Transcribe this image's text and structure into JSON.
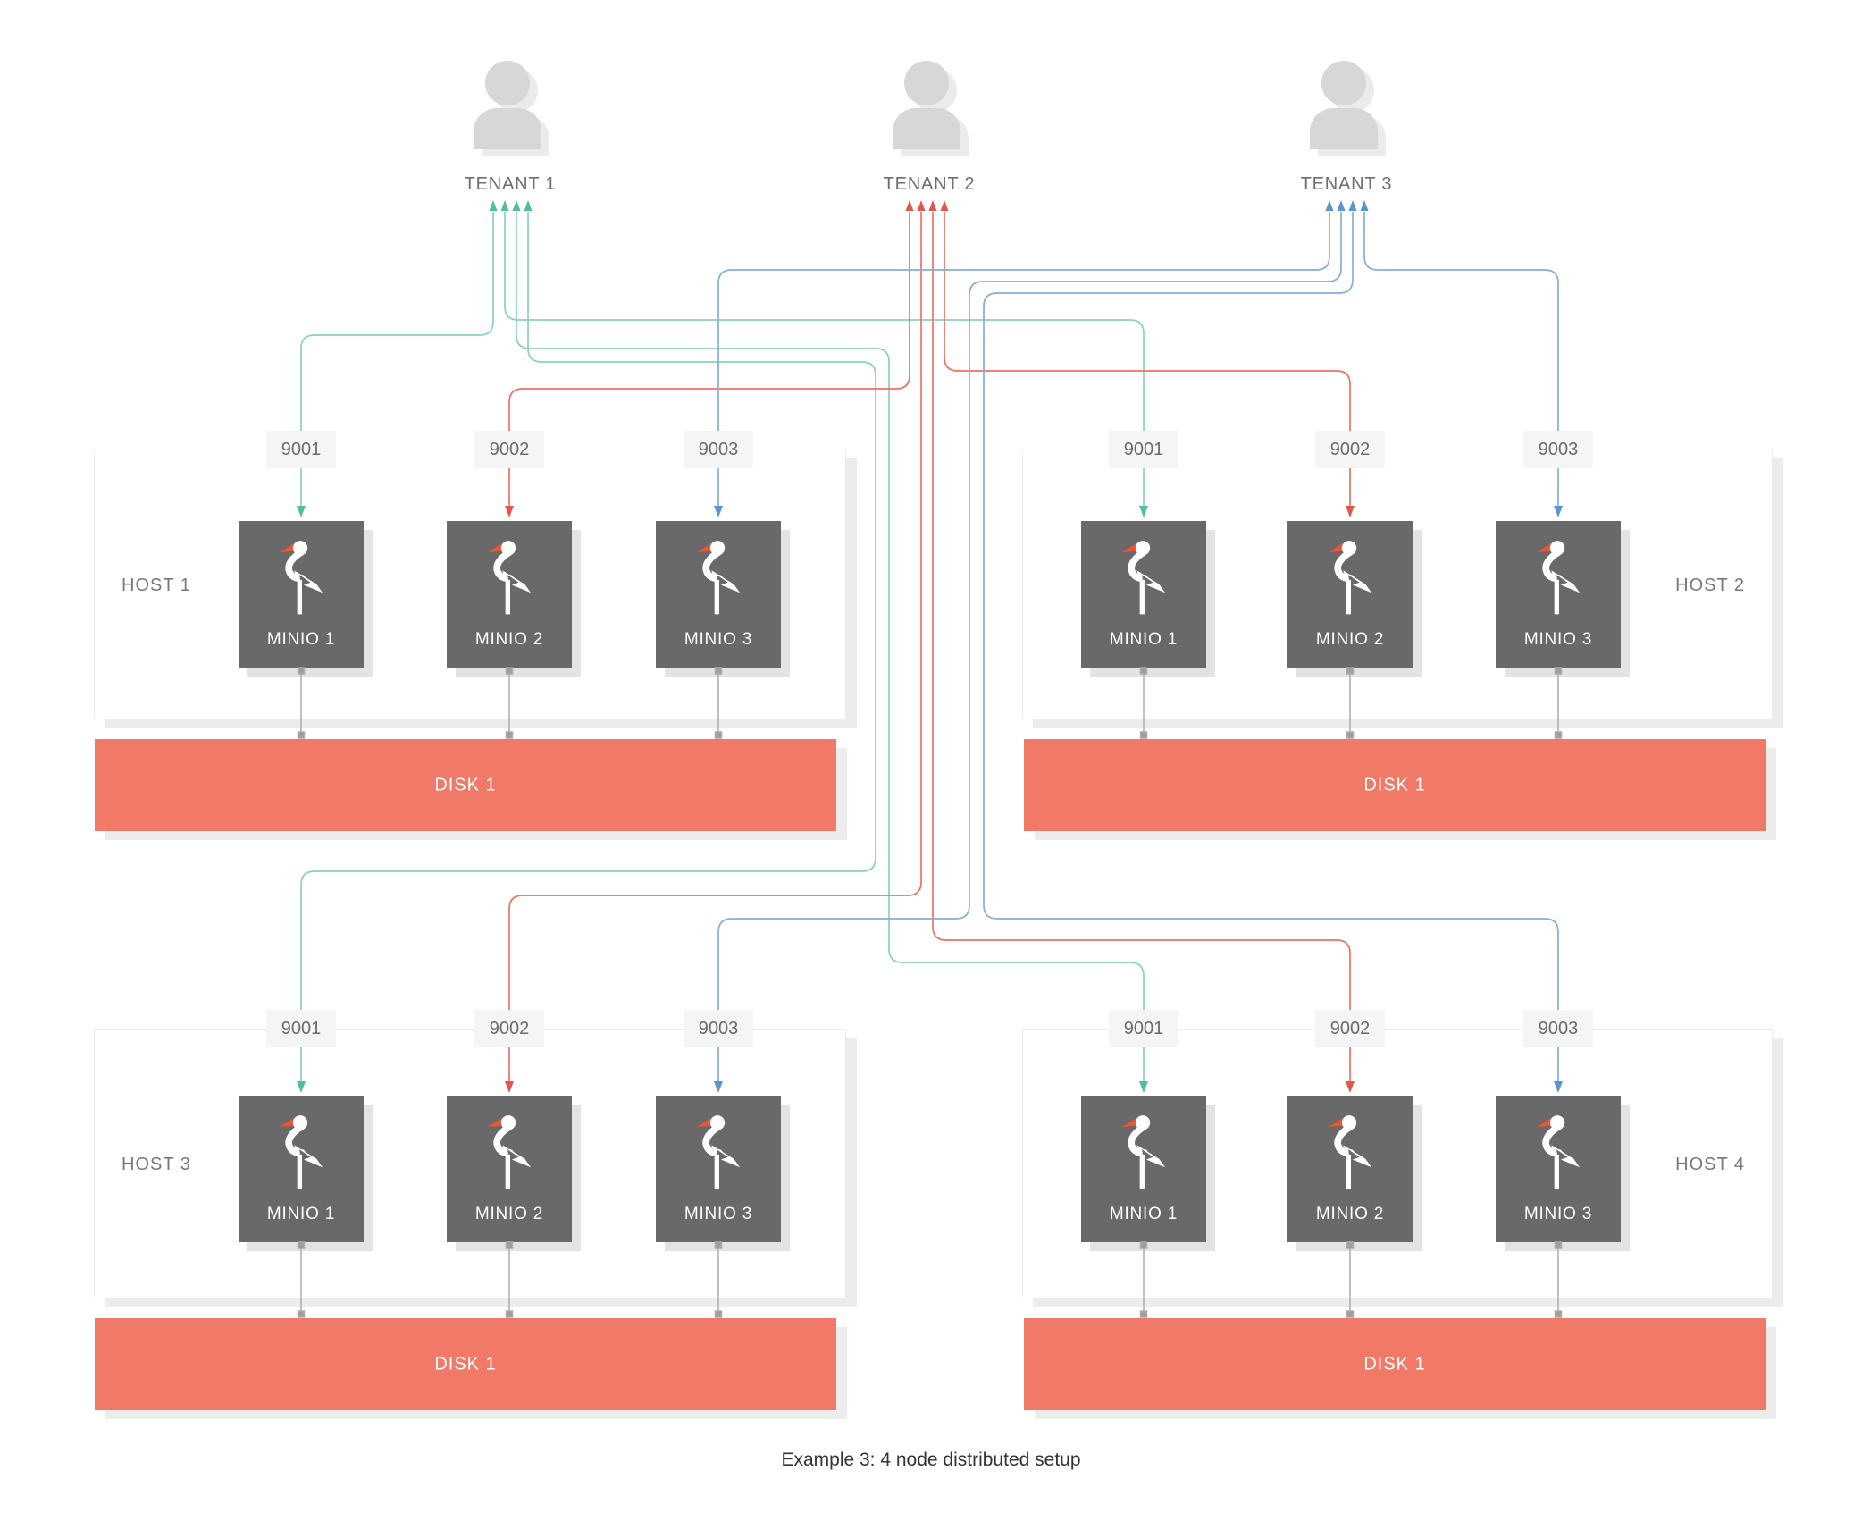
{
  "page": {
    "caption": "Example 3: 4 node distributed setup"
  },
  "tenants": [
    {
      "label": "TENANT 1",
      "color": "#8ad1bf"
    },
    {
      "label": "TENANT 2",
      "color": "#ef7164"
    },
    {
      "label": "TENANT 3",
      "color": "#84aedb"
    }
  ],
  "hosts": [
    {
      "label": "HOST 1",
      "side": "left",
      "ports": [
        "9001",
        "9002",
        "9003"
      ],
      "minios": [
        "MINIO 1",
        "MINIO 2",
        "MINIO 3"
      ],
      "disk": "DISK 1"
    },
    {
      "label": "HOST 2",
      "side": "right",
      "ports": [
        "9001",
        "9002",
        "9003"
      ],
      "minios": [
        "MINIO 1",
        "MINIO 2",
        "MINIO 3"
      ],
      "disk": "DISK 1"
    },
    {
      "label": "HOST 3",
      "side": "left",
      "ports": [
        "9001",
        "9002",
        "9003"
      ],
      "minios": [
        "MINIO 1",
        "MINIO 2",
        "MINIO 3"
      ],
      "disk": "DISK 1"
    },
    {
      "label": "HOST 4",
      "side": "right",
      "ports": [
        "9001",
        "9002",
        "9003"
      ],
      "minios": [
        "MINIO 1",
        "MINIO 2",
        "MINIO 3"
      ],
      "disk": "DISK 1"
    }
  ],
  "colors": {
    "tenant1_line": "#8ad1bf",
    "tenant1_arrow": "#52bda3",
    "tenant2_line": "#ef7164",
    "tenant2_arrow": "#e2574b",
    "tenant3_line": "#84aedb",
    "tenant3_arrow": "#5a95d2",
    "disk": "#f07a67",
    "minio_box": "#696969",
    "beak": "#f0532f",
    "connector": "#ababab"
  }
}
